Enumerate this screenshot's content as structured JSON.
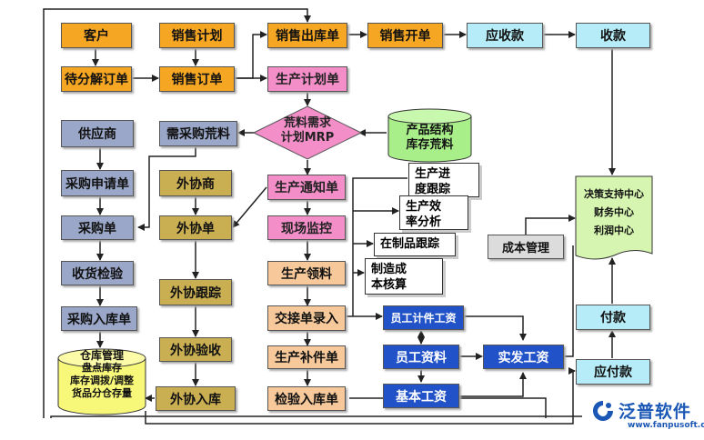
{
  "boxes": {
    "customer": "客户",
    "sales_plan": "销售计划",
    "sales_outbound": "销售出库单",
    "sales_invoice": "销售开单",
    "receivable": "应收款",
    "collection": "收款",
    "pending_order": "待分解订单",
    "sales_order": "销售订单",
    "production_plan": "生产计划单",
    "supplier": "供应商",
    "purchase_demand": "需采购荒料",
    "purchase_request": "采购申请单",
    "outsourcer": "外协商",
    "production_notice": "生产通知单",
    "purchase_order": "采购单",
    "outsource_order": "外协单",
    "site_monitor": "现场监控",
    "receiving_inspection": "收货检验",
    "outsource_tracking": "外协跟踪",
    "production_material": "生产领料",
    "purchase_inbound": "采购入库单",
    "outsource_inspection": "外协验收",
    "handover_entry": "交接单录入",
    "production_supplement": "生产补件单",
    "outsource_inbound": "外协入库",
    "inspection_inbound": "检验入库单",
    "employee_piecework": "员工计件工资",
    "employee_data": "员工资料",
    "actual_wage": "实发工资",
    "base_wage": "基本工资",
    "cost_management": "成本管理",
    "payment": "付款",
    "payable": "应付款"
  },
  "mrp": {
    "line1": "荒料需求",
    "line2": "计划MRP"
  },
  "product_bom": {
    "line1": "产品结构",
    "line2": "库存荒料"
  },
  "warehouse": {
    "title": "仓库管理",
    "line1": "盘点库存",
    "line2": "库存调拨/调整",
    "line3": "货品分仓存量"
  },
  "reports": {
    "progress": [
      "生产进",
      "度跟踪"
    ],
    "efficiency": [
      "生产效",
      "率分析"
    ],
    "wip": "在制品跟踪",
    "costing": [
      "制造成",
      "本核算"
    ]
  },
  "decision_center": {
    "line1": "决策支持中心",
    "line2": "财务中心",
    "line3": "利润中心"
  },
  "logo": {
    "name": "泛普软件",
    "url": "www.fanpusoft.com"
  },
  "colors": {
    "orange": "#f5a623",
    "pink": "#f48ec8",
    "cyan": "#b6ecf7",
    "slate": "#9aa7c8",
    "khaki": "#c9ae52",
    "peach": "#f6c89a",
    "blue": "#2252c8",
    "green": "#d6f5b0",
    "yellow": "#f7f77a"
  }
}
